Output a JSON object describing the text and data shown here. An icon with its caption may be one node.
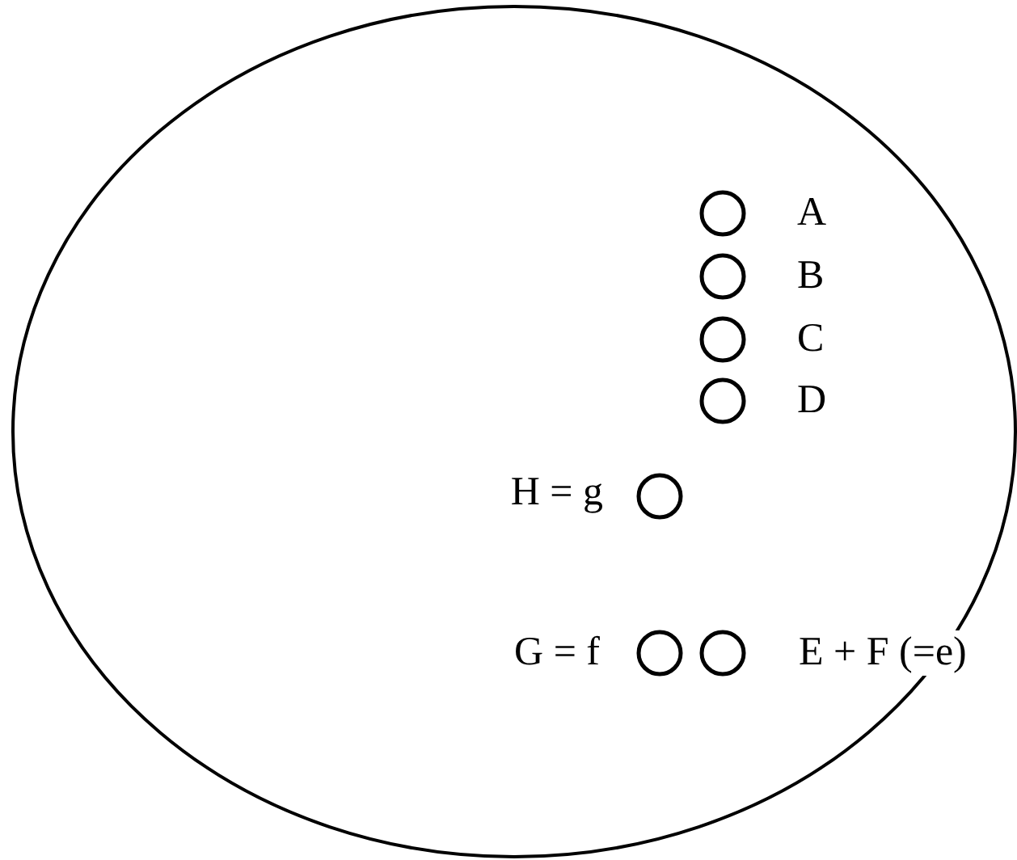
{
  "diagram": {
    "nodes": [
      {
        "text": [],
        "shape": "circle"
      },
      {
        "text": [],
        "shape": "circle",
        "in": 0,
        "beside": [
          "A"
        ]
      },
      {
        "text": [],
        "shape": "circle",
        "in": 0,
        "beside": [
          "B"
        ]
      },
      {
        "text": [],
        "shape": "circle",
        "in": 0,
        "beside": [
          "C"
        ]
      },
      {
        "text": [],
        "shape": "circle",
        "in": 0,
        "beside": [
          "D"
        ]
      },
      {
        "text": [],
        "shape": "circle",
        "in": 0,
        "beside": [
          "H = g"
        ]
      },
      {
        "text": [],
        "shape": "circle",
        "in": 0,
        "beside": [
          "G = f"
        ]
      },
      {
        "text": [],
        "shape": "circle",
        "in": 0,
        "beside": [
          "E + F (=e)"
        ]
      }
    ],
    "edges": []
  }
}
